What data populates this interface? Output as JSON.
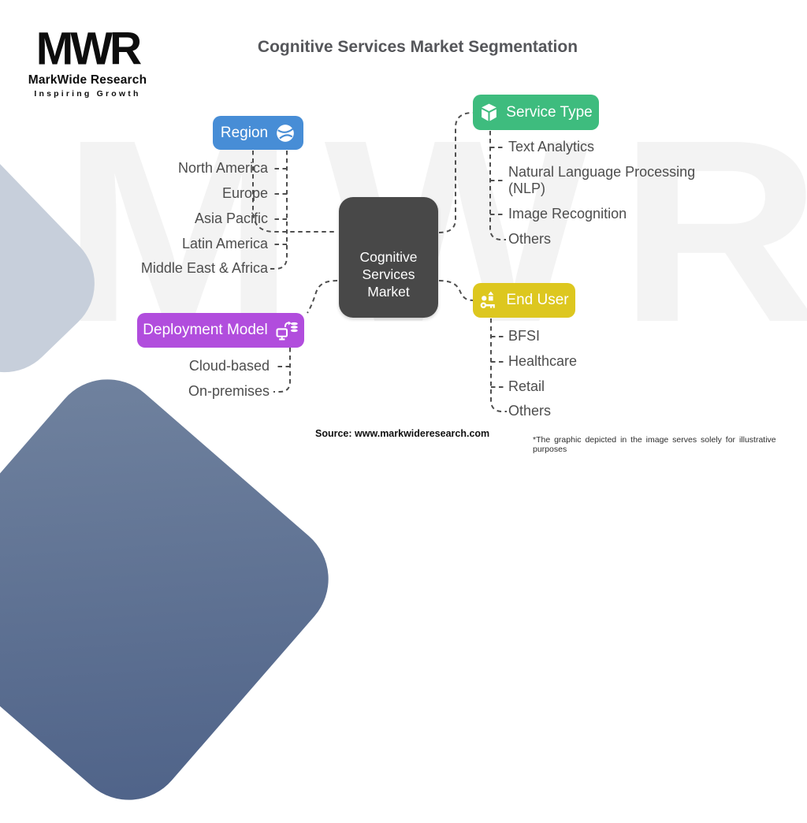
{
  "page": {
    "title": "Cognitive Services Market Segmentation"
  },
  "logo": {
    "acronym": "MWR",
    "name": "MarkWide Research",
    "tagline": "Inspiring Growth"
  },
  "watermark": "MWR",
  "center_node": {
    "label": "Cognitive Services Market",
    "color": "#484848"
  },
  "branches": [
    {
      "id": "region",
      "label": "Region",
      "icon": "globe-icon",
      "color": "#478dd6",
      "items": [
        "North America",
        "Europe",
        "Asia Pacific",
        "Latin America",
        "Middle East & Africa"
      ]
    },
    {
      "id": "service-type",
      "label": "Service Type",
      "icon": "cube-icon",
      "color": "#3ebc7e",
      "items": [
        "Text Analytics",
        "Natural Language Processing (NLP)",
        "Image Recognition",
        "Others"
      ]
    },
    {
      "id": "deployment-model",
      "label": "Deployment Model",
      "icon": "deployment-icon",
      "color": "#b14ddd",
      "items": [
        "Cloud-based",
        "On-premises"
      ]
    },
    {
      "id": "end-user",
      "label": "End User",
      "icon": "key-shapes-icon",
      "color": "#ddc71f",
      "items": [
        "BFSI",
        "Healthcare",
        "Retail",
        "Others"
      ]
    }
  ],
  "footer": {
    "source": "Source: www.markwideresearch.com",
    "disclaimer": "*The graphic depicted in the image serves solely for illustrative purposes"
  }
}
